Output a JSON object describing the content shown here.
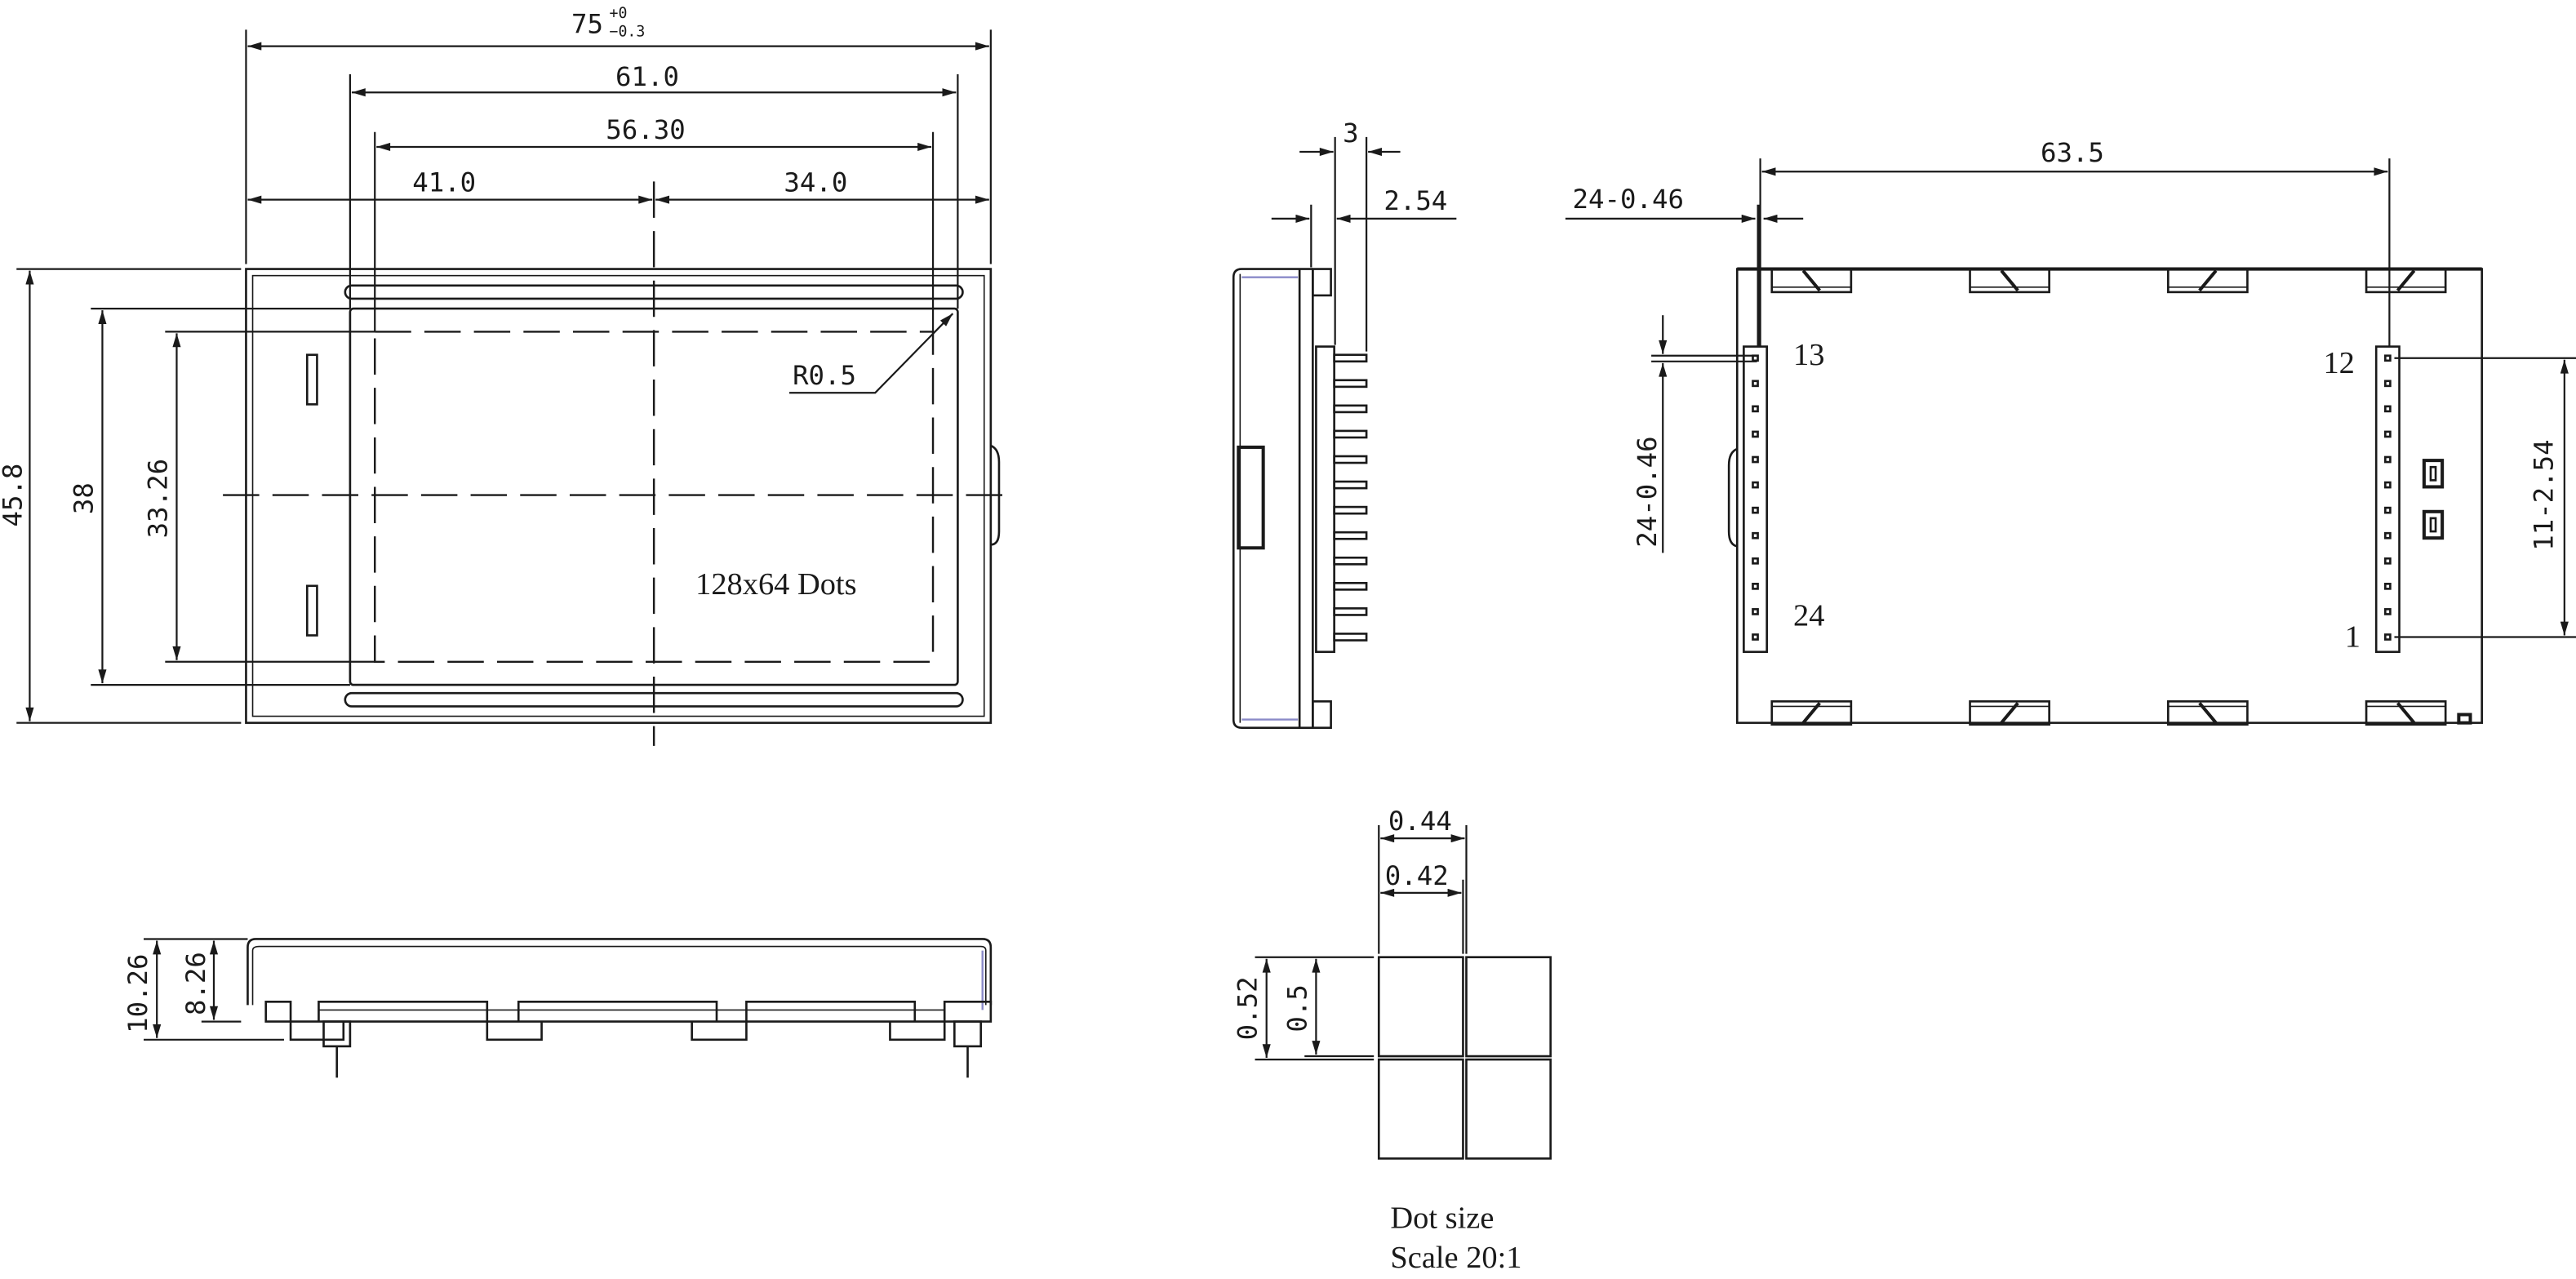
{
  "front_view": {
    "dim_overall_width": "75",
    "tol_upper": "+0",
    "tol_lower": "−0.3",
    "dim_viewing_width": "61.0",
    "dim_active_width": "56.30",
    "dim_left": "41.0",
    "dim_right": "34.0",
    "dim_height": "45.8",
    "dim_viewing_height": "38",
    "dim_active_height": "33.26",
    "radius": "R0.5",
    "resolution": "128x64 Dots"
  },
  "side_view": {
    "dim_pin_length": "3",
    "dim_pitch": "2.54",
    "pin_count": 12
  },
  "back_view": {
    "dim_pin_span": "63.5",
    "dim_pin_dia": "24-0.46",
    "dim_pin_dia_vertical": "24-0.46",
    "dim_pin_pitch": "11-2.54",
    "pin_labels": {
      "p13": "13",
      "p24": "24",
      "p12": "12",
      "p1": "1"
    },
    "pins_per_row": 12
  },
  "bottom_view": {
    "dim_total": "10.26",
    "dim_body": "8.26"
  },
  "dot_detail": {
    "pitch_x": "0.44",
    "dot_w": "0.42",
    "pitch_y": "0.52",
    "dot_h": "0.5",
    "caption": "Dot size",
    "scale": "Scale 20:1"
  }
}
